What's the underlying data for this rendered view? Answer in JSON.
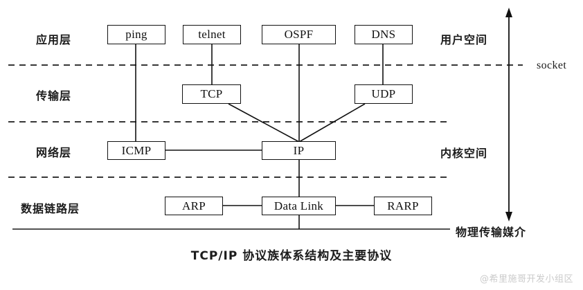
{
  "diagram": {
    "caption": "TCP/IP 协议族体系结构及主要协议",
    "watermark": "@希里施哥开发小组区",
    "layers": [
      {
        "id": "application",
        "label": "应用层"
      },
      {
        "id": "transport",
        "label": "传输层"
      },
      {
        "id": "network",
        "label": "网络层"
      },
      {
        "id": "datalink",
        "label": "数据链路层"
      }
    ],
    "nodes": [
      {
        "id": "ping",
        "label": "ping",
        "layer": "application"
      },
      {
        "id": "telnet",
        "label": "telnet",
        "layer": "application"
      },
      {
        "id": "ospf",
        "label": "OSPF",
        "layer": "application"
      },
      {
        "id": "dns",
        "label": "DNS",
        "layer": "application"
      },
      {
        "id": "tcp",
        "label": "TCP",
        "layer": "transport"
      },
      {
        "id": "udp",
        "label": "UDP",
        "layer": "transport"
      },
      {
        "id": "icmp",
        "label": "ICMP",
        "layer": "network"
      },
      {
        "id": "ip",
        "label": "IP",
        "layer": "network"
      },
      {
        "id": "arp",
        "label": "ARP",
        "layer": "datalink"
      },
      {
        "id": "datalink",
        "label": "Data Link",
        "layer": "datalink"
      },
      {
        "id": "rarp",
        "label": "RARP",
        "layer": "datalink"
      }
    ],
    "connections": [
      {
        "from": "ping",
        "to": "icmp"
      },
      {
        "from": "telnet",
        "to": "tcp"
      },
      {
        "from": "ospf",
        "to": "ip"
      },
      {
        "from": "dns",
        "to": "udp"
      },
      {
        "from": "tcp",
        "to": "ip"
      },
      {
        "from": "udp",
        "to": "ip"
      },
      {
        "from": "icmp",
        "to": "ip"
      },
      {
        "from": "ip",
        "to": "datalink"
      },
      {
        "from": "arp",
        "to": "datalink"
      },
      {
        "from": "datalink",
        "to": "rarp"
      },
      {
        "from": "datalink",
        "to": "physical-media-line"
      }
    ],
    "annotations": {
      "user_space": "用户空间",
      "kernel_space": "内核空间",
      "socket": "socket",
      "physical_media": "物理传输媒介"
    },
    "colors": {
      "line": "#111111",
      "text": "#1c1c1c",
      "background": "#ffffff"
    }
  }
}
